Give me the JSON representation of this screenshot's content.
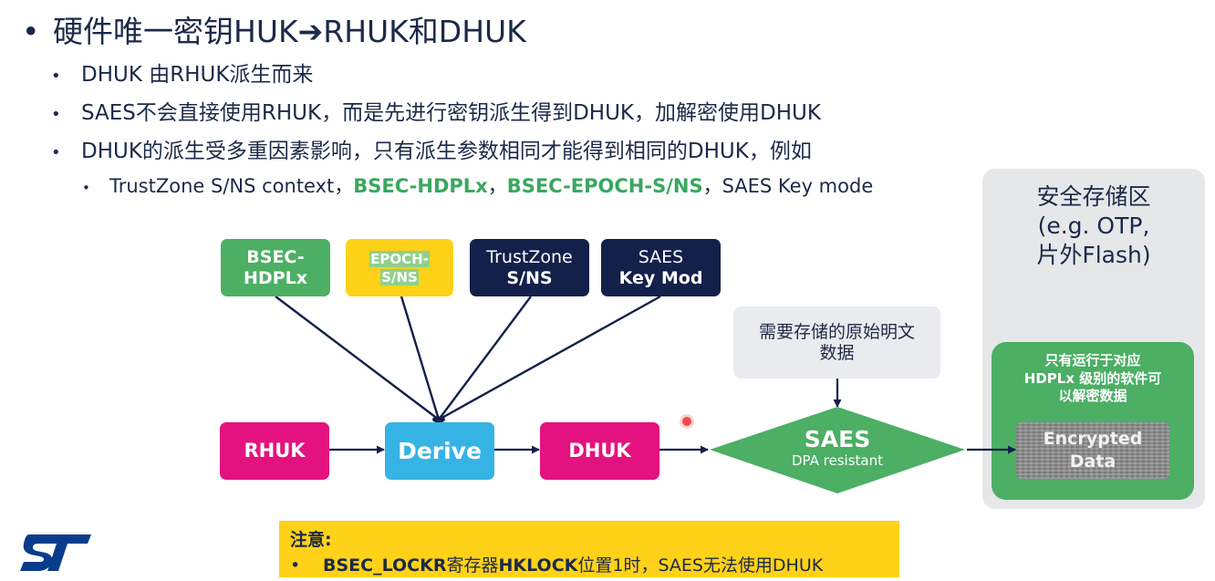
{
  "title": {
    "bullet": "•",
    "text": "硬件唯一密钥HUK➔RHUK和DHUK"
  },
  "bullets": [
    {
      "bullet": "•",
      "text": "DHUK 由RHUK派生而来"
    },
    {
      "bullet": "•",
      "text": "SAES不会直接使用RHUK，而是先进行密钥派生得到DHUK，加解密使用DHUK"
    },
    {
      "bullet": "•",
      "text": "DHUK的派生受多重因素影响，只有派生参数相同才能得到相同的DHUK，例如"
    }
  ],
  "sub_bullet": {
    "bullet": "•",
    "part1": "TrustZone S/NS context，",
    "part2": "BSEC-HDPLx",
    "part3": "，",
    "part4": "BSEC-EPOCH-S/NS",
    "part5": "，SAES Key mode"
  },
  "diagram": {
    "inputs": {
      "bsec_hdplx": {
        "line1": "BSEC-",
        "line2": "HDPLx"
      },
      "epoch": {
        "line1": "EPOCH-",
        "line2": "S/NS"
      },
      "trustzone": {
        "line1": "TrustZone",
        "line2": "S/NS"
      },
      "saes_key": {
        "line1": "SAES",
        "line2": "Key Mod"
      }
    },
    "rhuk": "RHUK",
    "derive": "Derive",
    "dhuk": "DHUK",
    "plaintext": {
      "line1": "需要存储的原始明文",
      "line2": "数据"
    },
    "saes": {
      "title": "SAES",
      "subtitle": "DPA resistant"
    },
    "secure_storage": {
      "line1": "安全存储区",
      "line2": "(e.g. OTP,",
      "line3": "片外Flash)"
    },
    "access_note": {
      "line1": "只有运行于对应",
      "line2": "HDPLx 级别的软件可",
      "line3": "以解密数据"
    },
    "encrypted": {
      "line1": "Encrypted",
      "line2": "Data"
    }
  },
  "note": {
    "title": "注意:",
    "bullet": "•",
    "bold1": "BSEC_LOCKR",
    "text1": "寄存器",
    "bold2": "HKLOCK",
    "text2": "位置1时，SAES无法使用DHUK"
  },
  "colors": {
    "green": "#4caf64",
    "green_text": "#3aa75f",
    "yellow": "#ffd118",
    "navy": "#13204a",
    "magenta": "#e3127f",
    "cyan": "#36b3e5",
    "logo_blue": "#0a3c8c"
  },
  "logo": {
    "icon": "st-logo-icon"
  }
}
